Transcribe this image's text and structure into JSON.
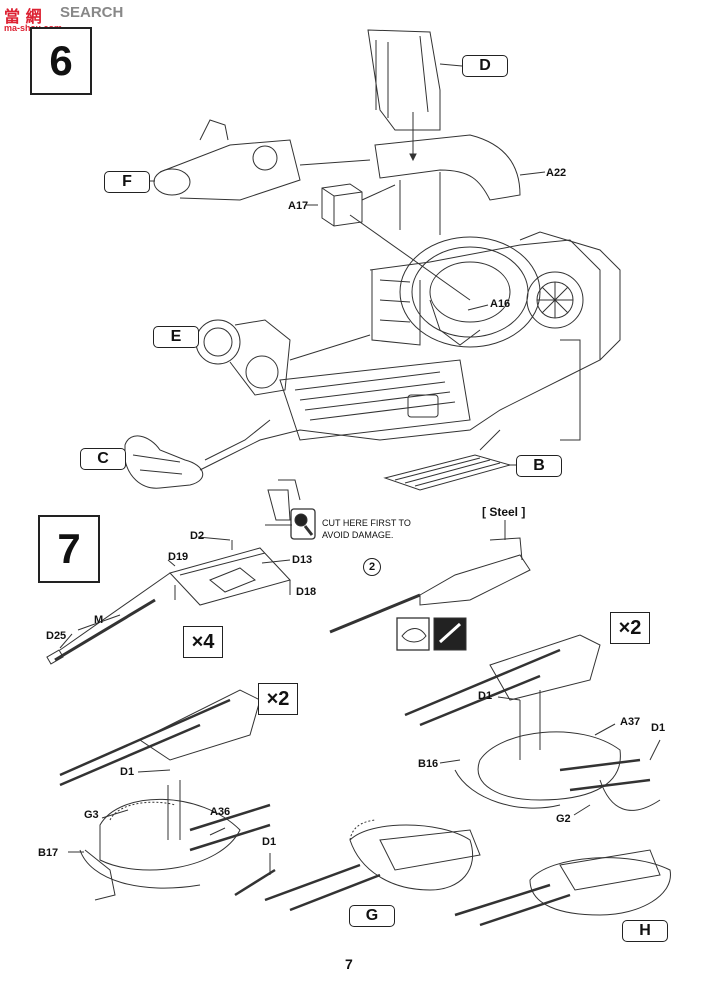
{
  "watermark": {
    "logo": "當 網",
    "text": "SEARCH",
    "url": "ma-shsu.com"
  },
  "steps": [
    "6",
    "7"
  ],
  "step6": {
    "tags": [
      "D",
      "F",
      "E",
      "C",
      "B"
    ],
    "labels": [
      "A22",
      "A17",
      "A16"
    ]
  },
  "step7": {
    "labels": [
      "D2",
      "D19",
      "D13",
      "D18",
      "M",
      "D25",
      "D1",
      "D1",
      "A36",
      "G3",
      "B17",
      "D1",
      "B16",
      "D1",
      "A37",
      "D1",
      "G2"
    ],
    "note_line1": "CUT HERE FIRST TO",
    "note_line2": "AVOID DAMAGE.",
    "steel": "[ Steel ]",
    "circled_number": "2",
    "mult_x4": "×4",
    "mult_x2_left": "×2",
    "mult_x2_right": "×2",
    "tag_g": "G",
    "tag_h": "H"
  },
  "page_number": "7"
}
